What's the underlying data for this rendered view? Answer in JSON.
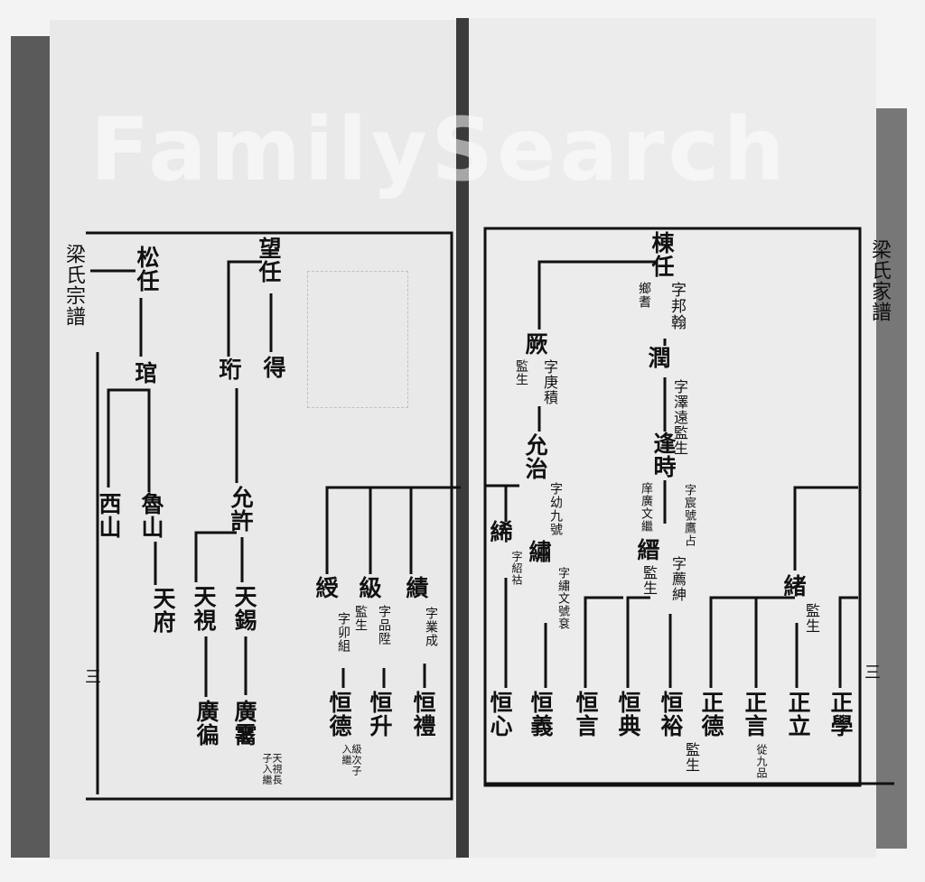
{
  "left_page": {
    "margin_title": "梁氏宗譜",
    "page_number": "三",
    "names": [
      "松任",
      "琯",
      "西山",
      "魯山",
      "天府",
      "望任",
      "得",
      "珩",
      "允許",
      "天視",
      "天錫",
      "廣徧",
      "廣霱",
      "綬",
      "級",
      "績",
      "恒德",
      "恒升",
      "恒禮"
    ],
    "notes": [
      "天視長子入繼",
      "字卯組",
      "監生",
      "字品陞",
      "字業成",
      "級次子入繼"
    ]
  },
  "right_page": {
    "margin_title": "梁氏家譜",
    "page_number": "三",
    "names": [
      "棟任",
      "潤",
      "厥",
      "允治",
      "逢時",
      "縉",
      "繡",
      "絺",
      "恒心",
      "恒義",
      "恒言",
      "恒典",
      "恒裕",
      "緒",
      "正德",
      "正言",
      "正立",
      "正學"
    ],
    "notes": [
      "鄉耆",
      "字邦翰",
      "字澤遠監生",
      "監生",
      "字庚積",
      "字幼九號",
      "字宸號鷹占",
      "庠廣文繼",
      "監生",
      "字薦紳",
      "字繡文號袞",
      "字紹祜",
      "監生",
      "監生",
      "從九品"
    ]
  },
  "watermark": "FamilySearch"
}
